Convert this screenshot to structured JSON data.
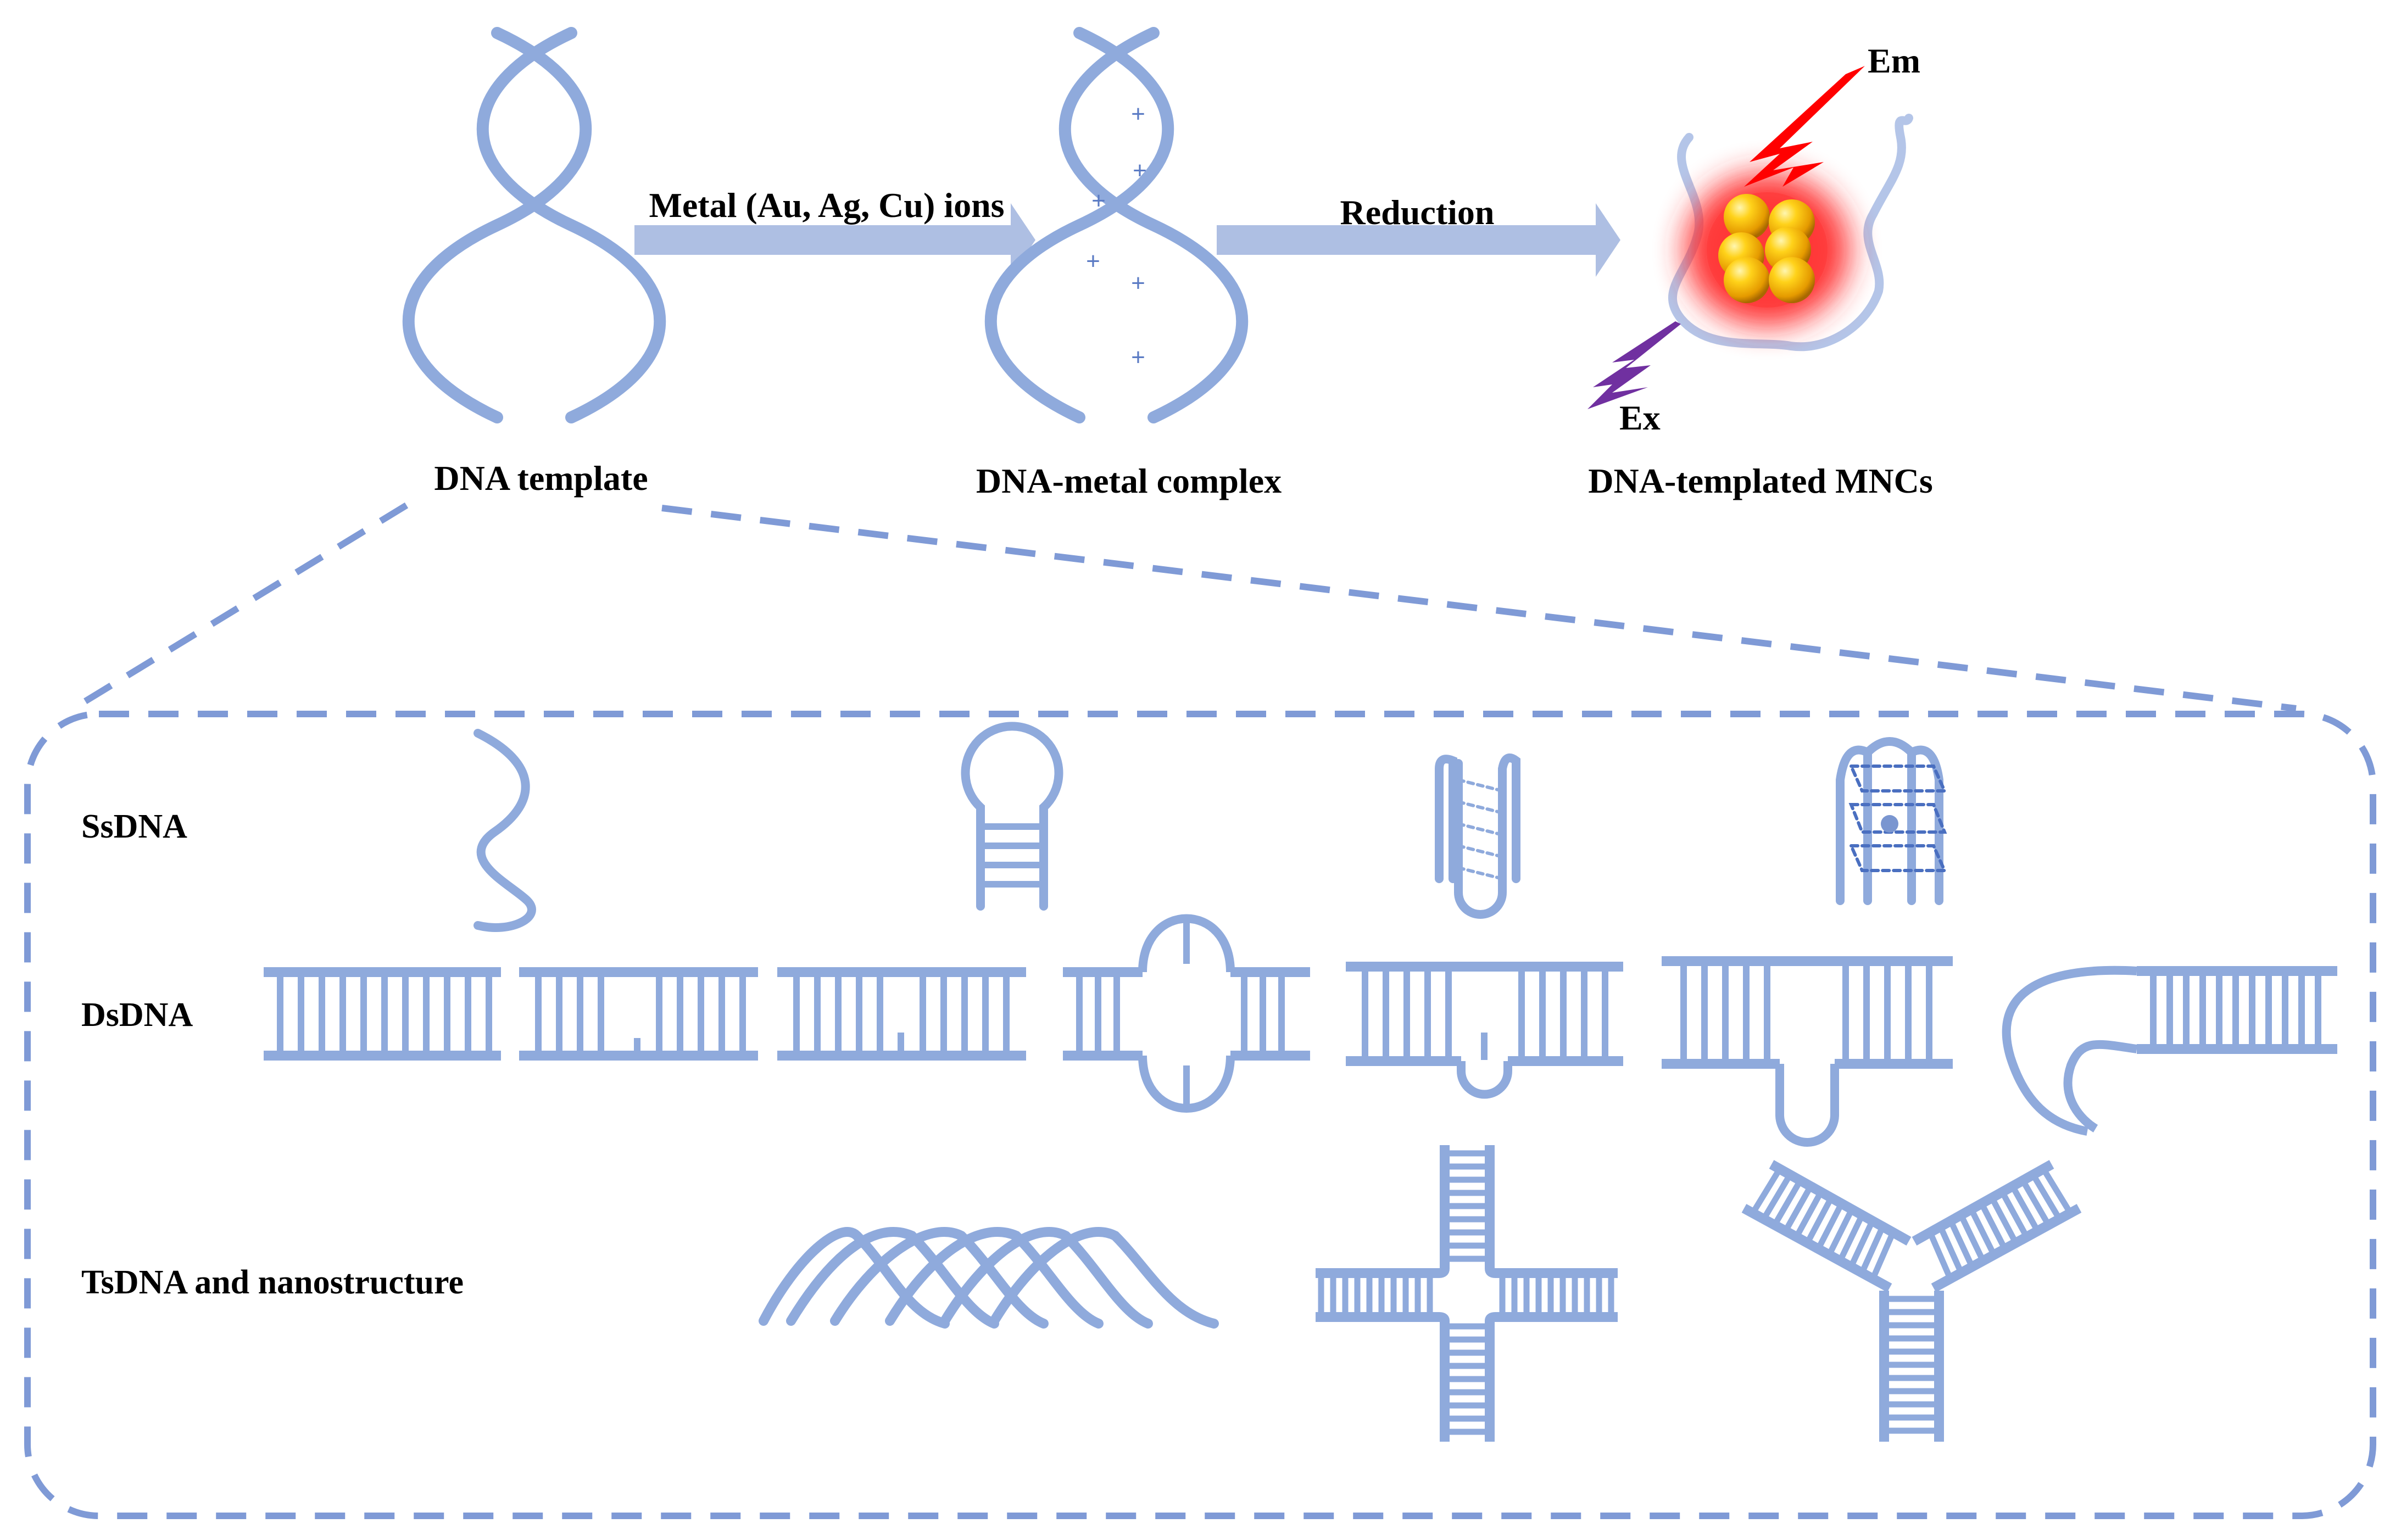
{
  "labels": {
    "dna_template": "DNA template",
    "dna_metal_complex": "DNA-metal complex",
    "dna_templated_mncs": "DNA-templated MNCs",
    "arrow_metal_ions": "Metal (Au, Ag, Cu) ions",
    "arrow_reduction": "Reduction",
    "em": "Em",
    "ex": "Ex",
    "plus_sign": "+",
    "row_ssdna": "SsDNA",
    "row_dsdna": "DsDNA",
    "row_tsdna": "TsDNA and nanostructure"
  },
  "colors": {
    "dna": "#8faadc",
    "dna_dark": "#7a96d0",
    "dashed": "#7f9ad6",
    "excitation": "#7030a0",
    "emission": "#ff0000",
    "gold": "#f5b800",
    "glow": "#ff2020"
  },
  "icons": {
    "excitation": "lightning-bolt-icon",
    "emission": "lightning-bolt-icon",
    "cluster": "gold-nanocluster-icon"
  }
}
